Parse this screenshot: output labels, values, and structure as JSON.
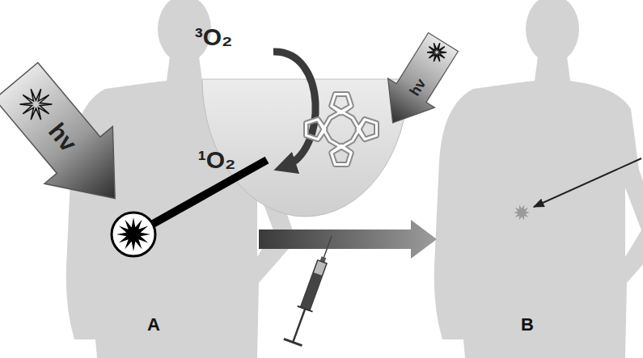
{
  "diagram": {
    "labels": [
      "hv",
      "³O₂",
      "¹O₂",
      "hv",
      "A",
      "B"
    ]
  }
}
